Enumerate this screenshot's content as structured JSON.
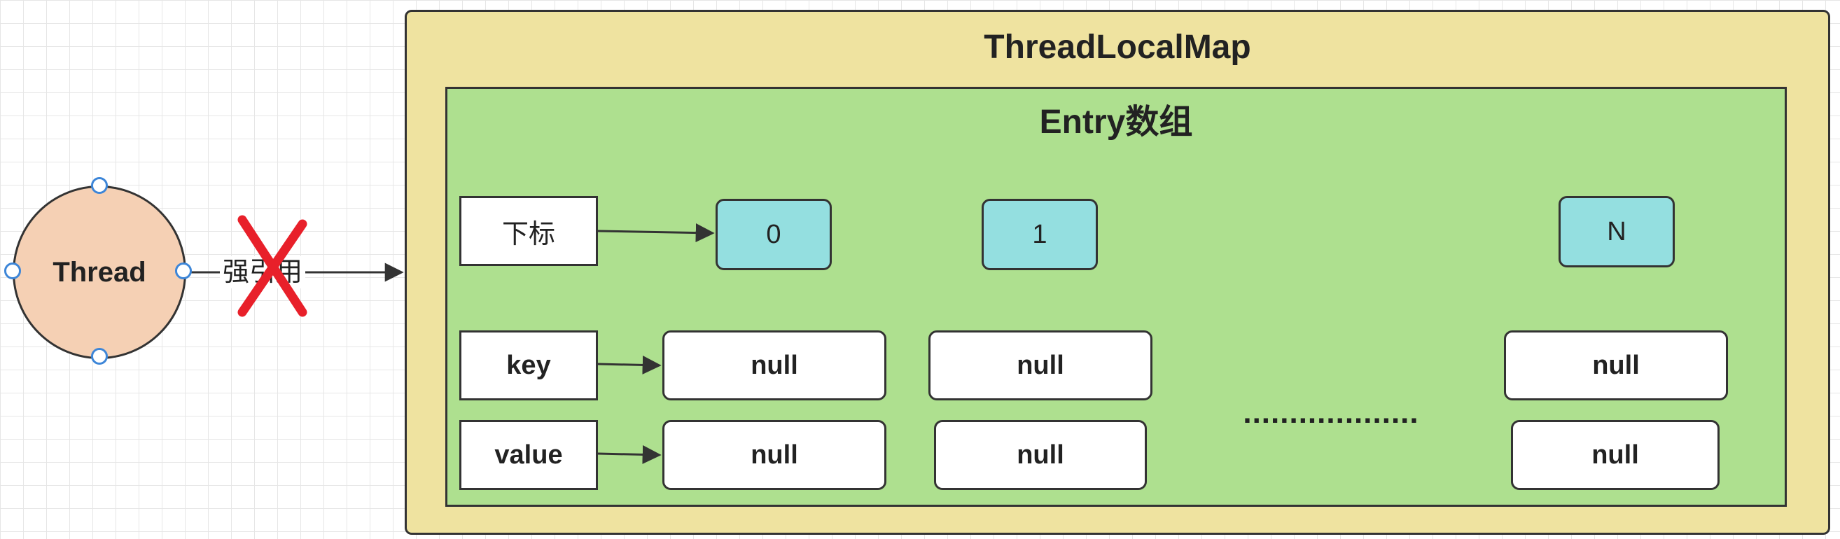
{
  "thread": {
    "label": "Thread"
  },
  "thread_edge": {
    "label": "强引用",
    "status_icon": "red-x-icon"
  },
  "map": {
    "title": "ThreadLocalMap"
  },
  "entry_array": {
    "title": "Entry数组",
    "row_labels": {
      "index": "下标",
      "key": "key",
      "value": "value"
    },
    "indices": [
      "0",
      "1",
      "N"
    ],
    "keys": [
      "null",
      "null",
      "null"
    ],
    "values": [
      "null",
      "null",
      "null"
    ],
    "ellipsis": "..................."
  },
  "colors": {
    "thread_fill": "#f5d0b4",
    "map_fill": "#efe3a0",
    "entry_fill": "#aee08f",
    "index_fill": "#94dfe0",
    "cross": "#e8202a",
    "handle": "#3d86d8"
  }
}
